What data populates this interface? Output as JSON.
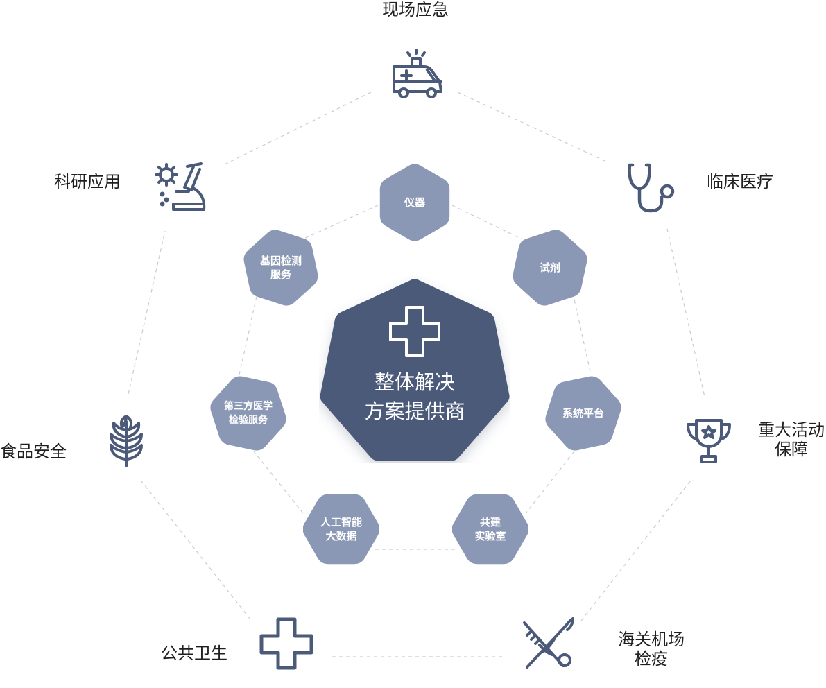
{
  "center": {
    "line1": "整体解决",
    "line2": "方案提供商",
    "icon": "medical-cross-icon"
  },
  "outer_nodes": [
    {
      "id": "xianchang",
      "label_lines": [
        "现场应急"
      ],
      "icon": "ambulance-icon"
    },
    {
      "id": "linchuang",
      "label_lines": [
        "临床医疗"
      ],
      "icon": "stethoscope-icon"
    },
    {
      "id": "zhongda",
      "label_lines": [
        "重大活动",
        "保障"
      ],
      "icon": "trophy-icon"
    },
    {
      "id": "haiguan",
      "label_lines": [
        "海关机场",
        "检疫"
      ],
      "icon": "caduceus-icon"
    },
    {
      "id": "gonggong",
      "label_lines": [
        "公共卫生"
      ],
      "icon": "cross-icon"
    },
    {
      "id": "shipin",
      "label_lines": [
        "食品安全"
      ],
      "icon": "wheat-icon"
    },
    {
      "id": "keyan",
      "label_lines": [
        "科研应用"
      ],
      "icon": "microscope-icon"
    }
  ],
  "inner_nodes": [
    {
      "id": "yiqi",
      "label_lines": [
        "仪器"
      ]
    },
    {
      "id": "shiji",
      "label_lines": [
        "试剂"
      ]
    },
    {
      "id": "xitong",
      "label_lines": [
        "系统平台"
      ]
    },
    {
      "id": "gongjian",
      "label_lines": [
        "共建",
        "实验室"
      ]
    },
    {
      "id": "rengong",
      "label_lines": [
        "人工智能",
        "大数据"
      ]
    },
    {
      "id": "disanfang",
      "label_lines": [
        "第三方医学",
        "检验服务"
      ]
    },
    {
      "id": "jiyin",
      "label_lines": [
        "基因检测",
        "服务"
      ]
    }
  ],
  "colors": {
    "center_fill": "#4b5a79",
    "inner_fill": "#8a98b5",
    "icon_stroke": "#4b5a79",
    "dashed_line": "#c5ccd8",
    "label_text": "#1f1f1f"
  }
}
